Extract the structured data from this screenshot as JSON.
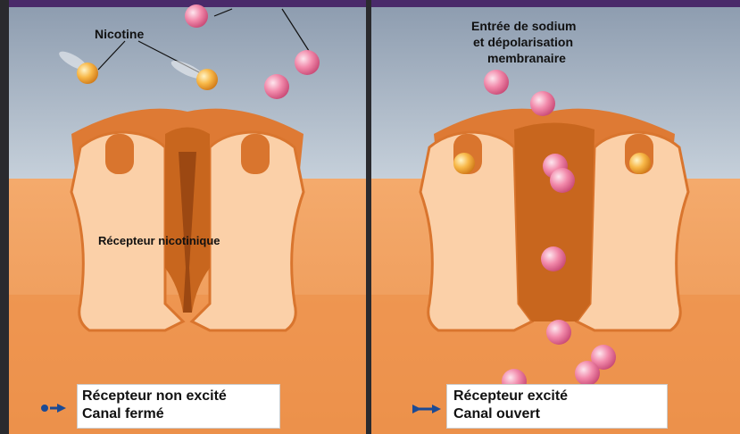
{
  "left_panel": {
    "nicotine_label": "Nicotine",
    "receptor_label": "Récepteur nicotinique",
    "legend_line1": "Récepteur non excité",
    "legend_line2": "Canal fermé"
  },
  "right_panel": {
    "sodium_line1": "Entrée de sodium",
    "sodium_line2": "et dépolarisation",
    "sodium_line3": "membranaire",
    "legend_line1": "Récepteur excité",
    "legend_line2": "Canal ouvert"
  },
  "colors": {
    "sky_top": "#98a6b6",
    "sky_bottom": "#c4ced8",
    "membrane": "#f0a064",
    "membrane_dark": "#e08a4a",
    "receptor_light": "#fbd0a8",
    "receptor_dark": "#d9752e",
    "channel": "#b85a1c",
    "sodium": "#f07ca0",
    "nicotine": "#f6b040",
    "frame": "#2a2a2e",
    "top_bar": "#4a2a6a"
  }
}
